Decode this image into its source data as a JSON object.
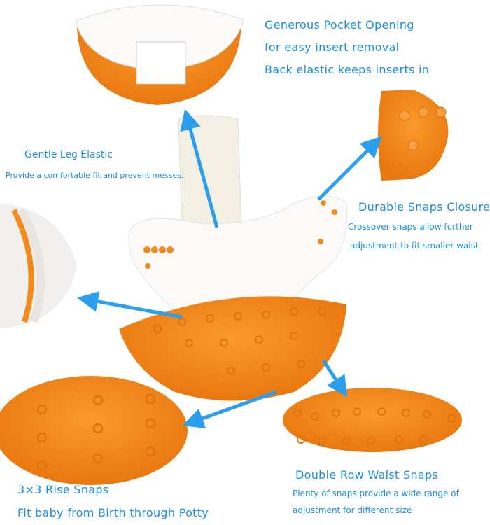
{
  "features": {
    "pocket": {
      "title": "Generous Pocket Opening",
      "line2": "for easy insert removal",
      "line3": "Back elastic keeps inserts in"
    },
    "leg": {
      "title": "Gentle Leg Elastic",
      "desc": "Provide a comfortable fit and prevent messes."
    },
    "snaps_closure": {
      "title": "Durable Snaps Closure",
      "desc1": "Crossover snaps allow further",
      "desc2": "adjustment to fit smaller waist"
    },
    "rise": {
      "title": "3×3 Rise Snaps",
      "desc": "Fit baby from Birth through Potty"
    },
    "waist": {
      "title": "Double Row Waist Snaps",
      "desc1": "Plenty of snaps provide a wide range of",
      "desc2": "adjustment for different size"
    }
  },
  "colors": {
    "text": "#1b8fe3",
    "arrow": "#2b9fee",
    "orange": "#f48a1e",
    "white": "#f7f5f2"
  }
}
